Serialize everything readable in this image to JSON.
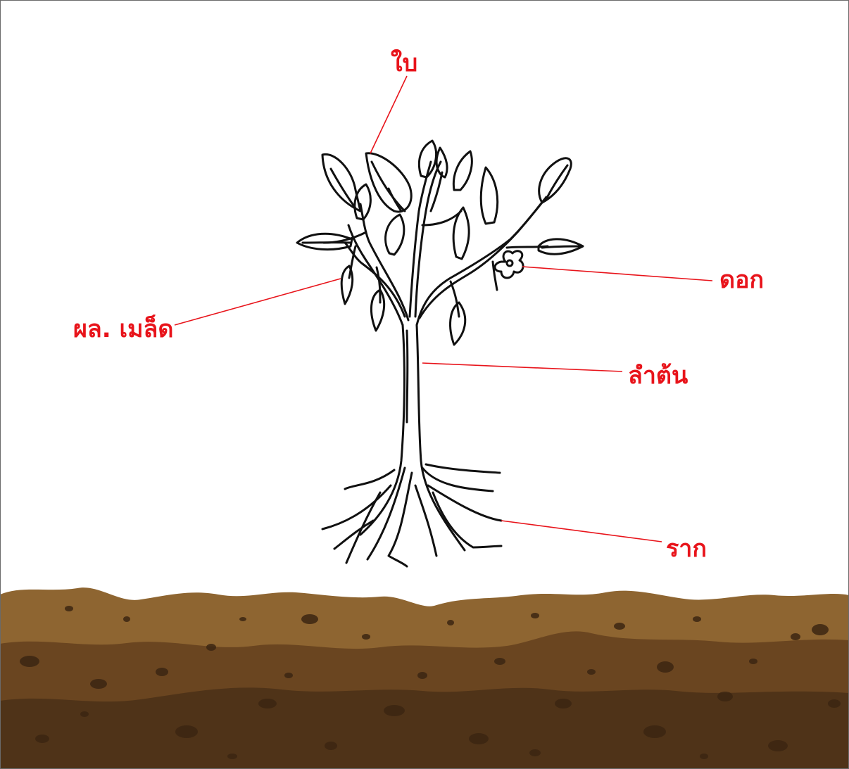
{
  "diagram": {
    "labels": {
      "leaf": "ใบ",
      "flower": "ดอก",
      "fruit_seed": "ผล. เมล็ด",
      "stem": "ลำต้น",
      "root": "ราก"
    },
    "colors": {
      "label": "#e8141b",
      "leader_line": "#e8141b",
      "ink": "#111111",
      "soil_top": "#8e6531",
      "soil_middle": "#6a4520",
      "soil_bottom": "#4f3318",
      "soil_spots": "#3c2612"
    }
  }
}
